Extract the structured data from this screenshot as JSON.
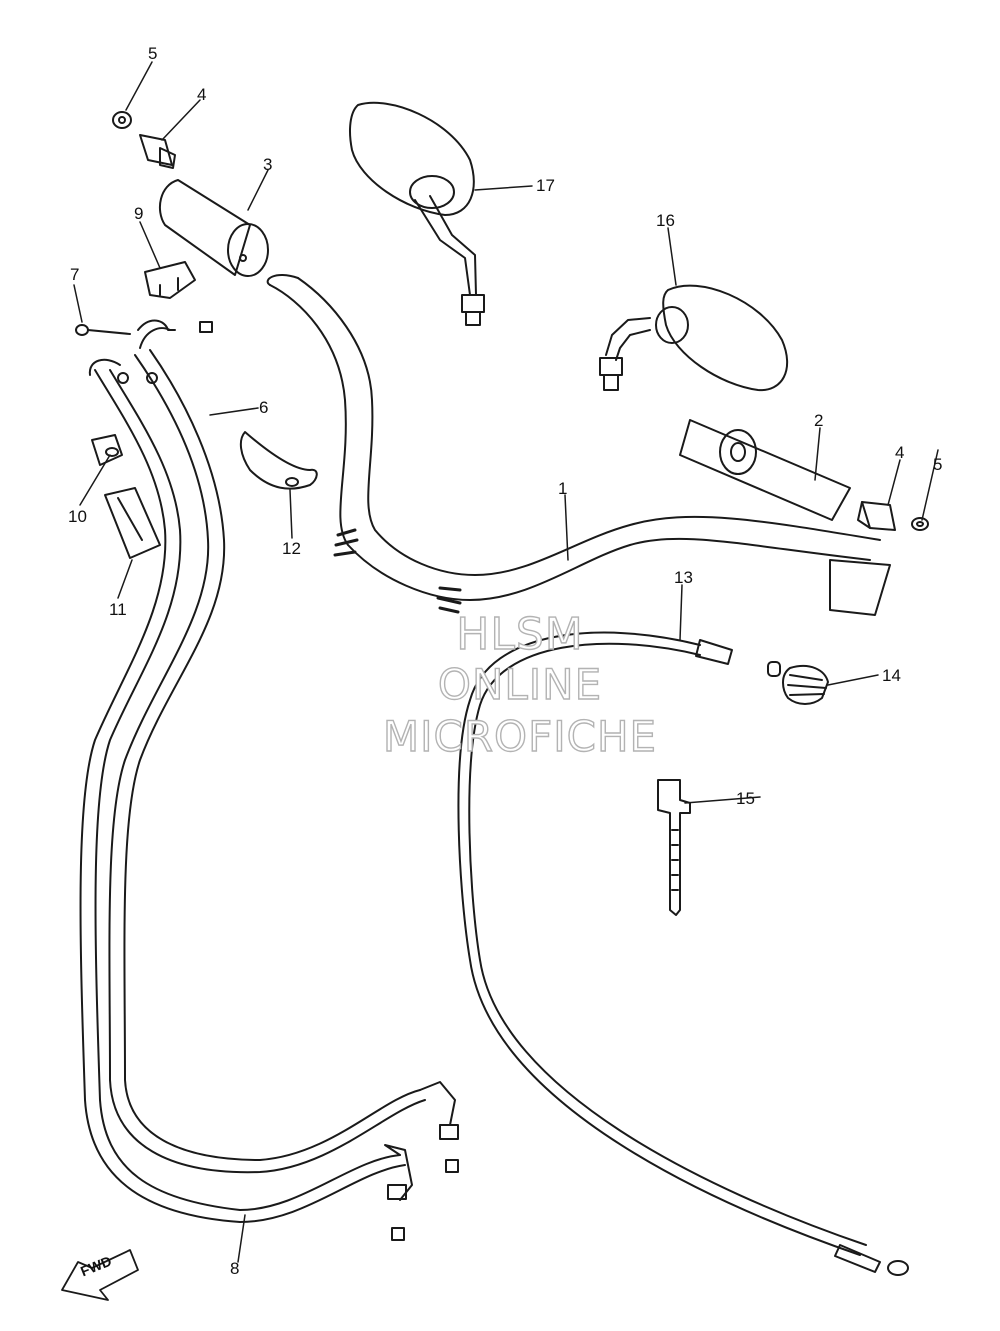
{
  "callouts": {
    "p1": "1",
    "p2": "2",
    "p3": "3",
    "p4a": "4",
    "p4b": "4",
    "p5a": "5",
    "p5b": "5",
    "p6": "6",
    "p7": "7",
    "p8": "8",
    "p9": "9",
    "p10": "10",
    "p11": "11",
    "p12": "12",
    "p13": "13",
    "p14": "14",
    "p15": "15",
    "p16": "16",
    "p17": "17"
  },
  "watermark": {
    "line1": "HLSM",
    "line2": "ONLINE",
    "line3": "MICROFICHE"
  },
  "fwd_label": "FWD",
  "colors": {
    "line": "#1a1a1a",
    "watermark": "#b3b3b3",
    "background": "#ffffff"
  }
}
